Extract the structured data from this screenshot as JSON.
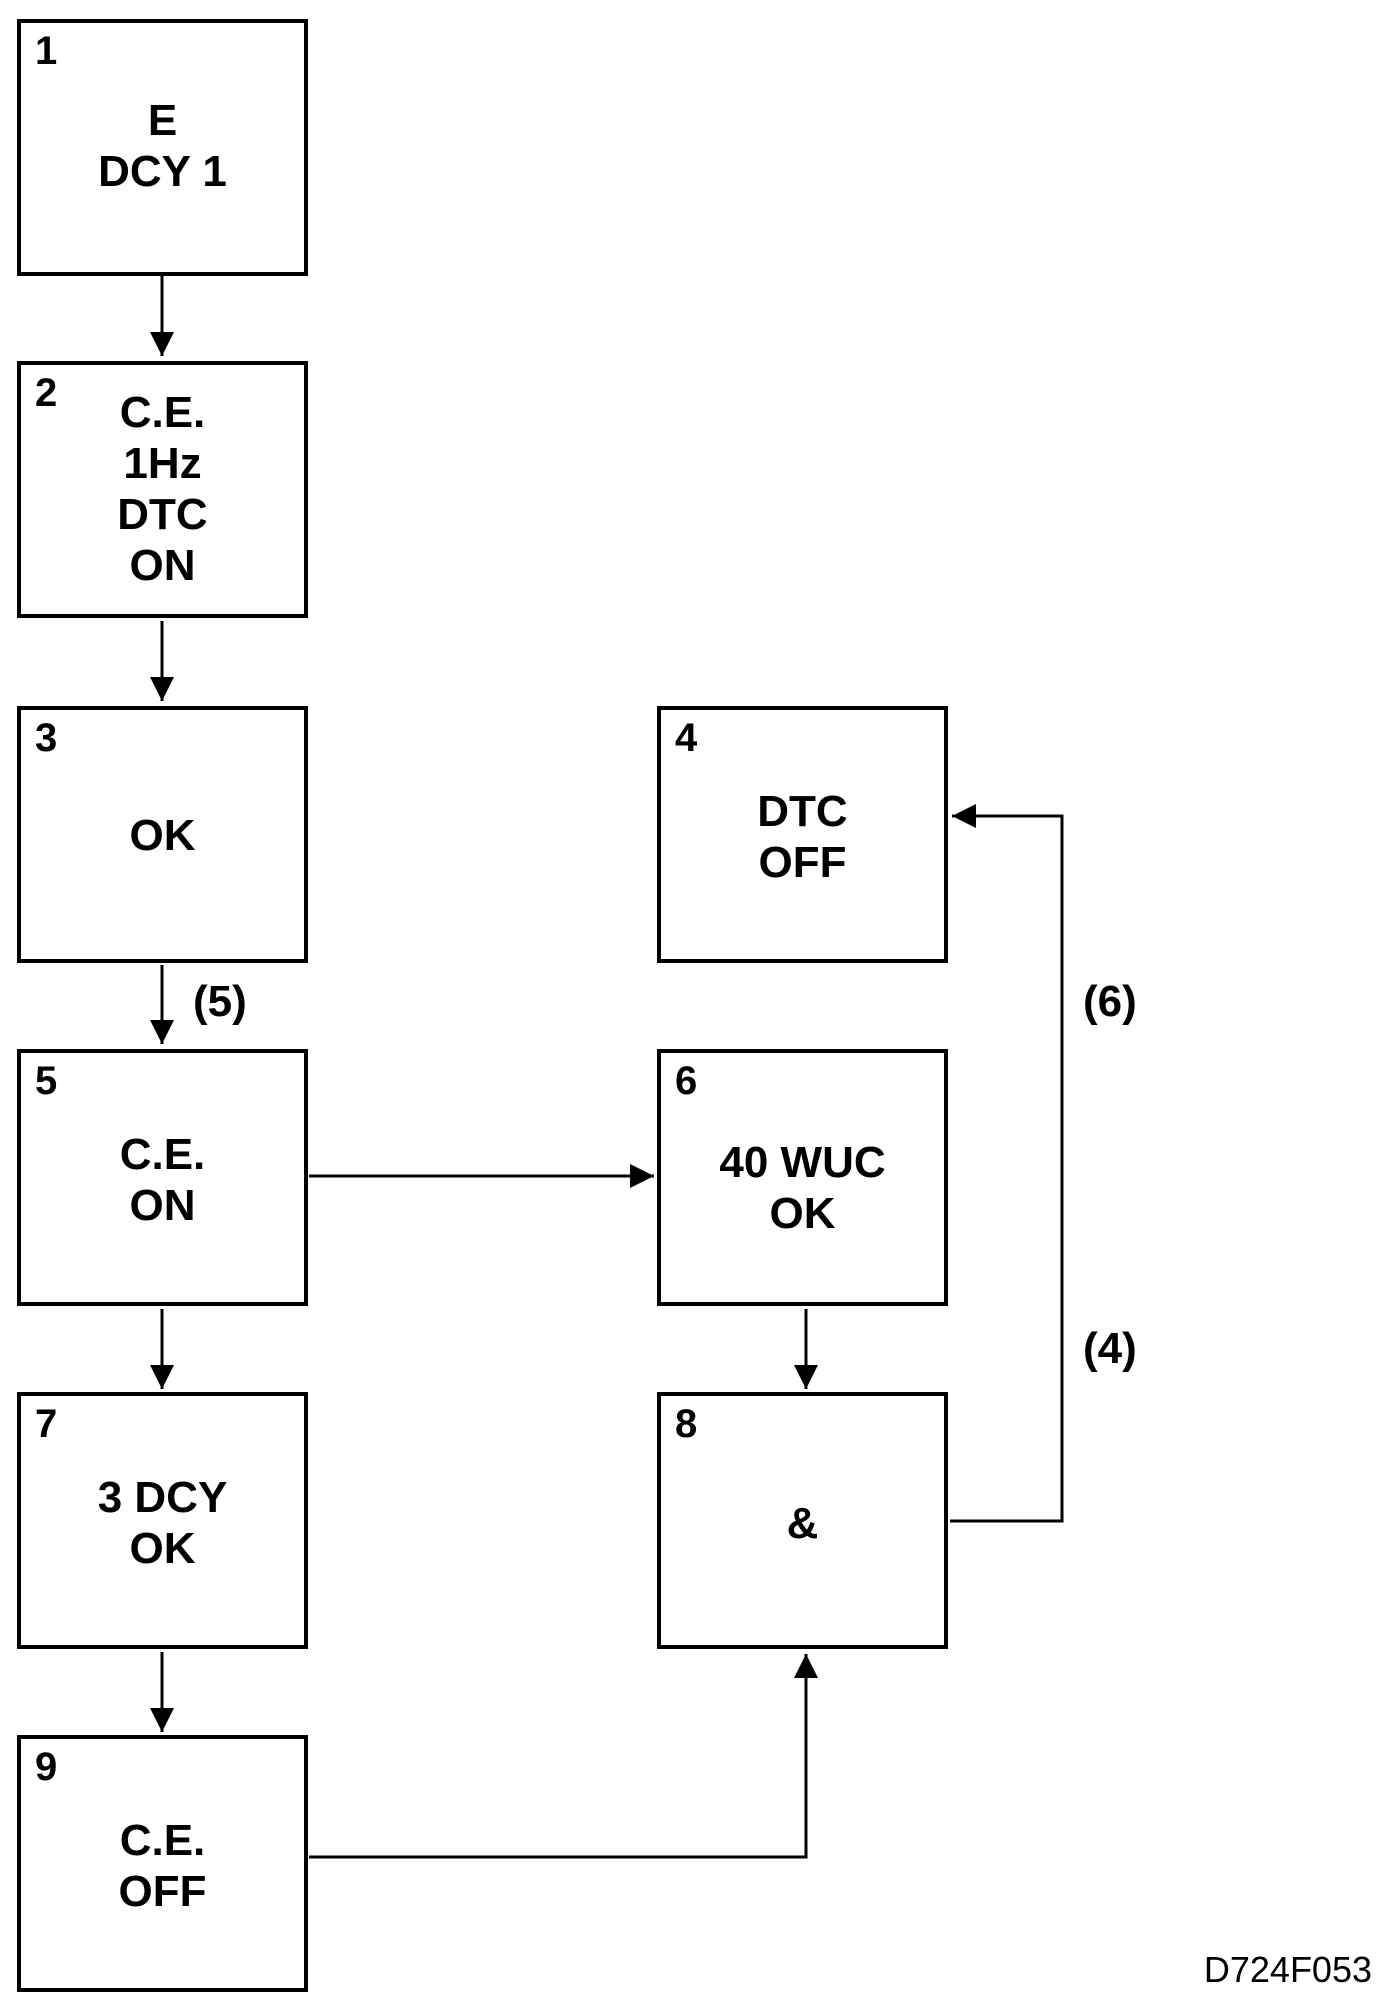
{
  "diagram": {
    "boxes": [
      {
        "number": "1",
        "text": "E\nDCY 1"
      },
      {
        "number": "2",
        "text": "C.E.\n1Hz\nDTC\nON"
      },
      {
        "number": "3",
        "text": "OK"
      },
      {
        "number": "4",
        "text": "DTC\nOFF"
      },
      {
        "number": "5",
        "text": "C.E.\nON"
      },
      {
        "number": "6",
        "text": "40 WUC\nOK"
      },
      {
        "number": "7",
        "text": "3 DCY\nOK"
      },
      {
        "number": "8",
        "text": "&"
      },
      {
        "number": "9",
        "text": "C.E.\nOFF"
      }
    ],
    "edge_labels": {
      "label_5": "(5)",
      "label_6": "(6)",
      "label_4": "(4)"
    },
    "figure_id": "D724F053"
  }
}
